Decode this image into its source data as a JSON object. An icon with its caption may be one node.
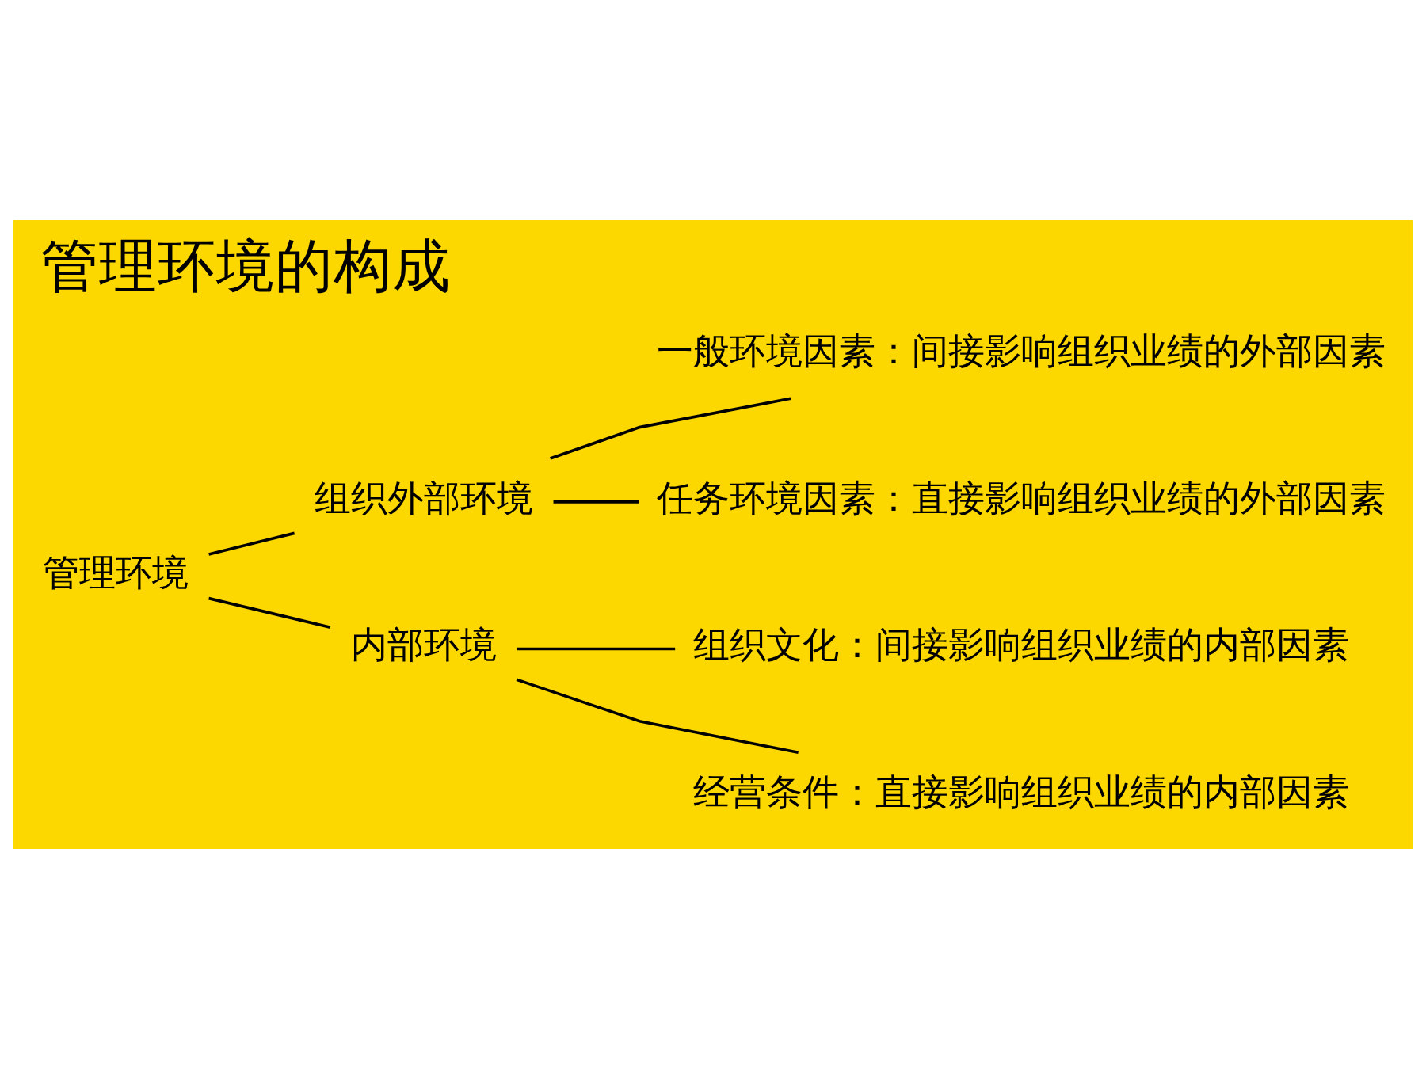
{
  "diagram": {
    "title": "管理环境的构成",
    "nodes": [
      {
        "text": [
          "管理环境"
        ]
      },
      {
        "text": [
          "组织外部环境"
        ]
      },
      {
        "text": [
          "一般环境因素：间接影响组织业绩的外部因素"
        ]
      },
      {
        "text": [
          "任务环境因素：直接影响组织业绩的外部因素"
        ]
      },
      {
        "text": [
          "内部环境"
        ]
      },
      {
        "text": [
          "组织文化：间接影响组织业绩的内部因素"
        ]
      },
      {
        "text": [
          "经营条件：直接影响组织业绩的内部因素"
        ]
      }
    ],
    "edges": [
      {
        "from": 0,
        "to": 1,
        "arrow": "none"
      },
      {
        "from": 1,
        "to": 2,
        "arrow": "none"
      },
      {
        "from": 1,
        "to": 3,
        "arrow": "none"
      },
      {
        "from": 0,
        "to": 4,
        "arrow": "none"
      },
      {
        "from": 4,
        "to": 5,
        "arrow": "none"
      },
      {
        "from": 4,
        "to": 6,
        "arrow": "none"
      }
    ]
  }
}
